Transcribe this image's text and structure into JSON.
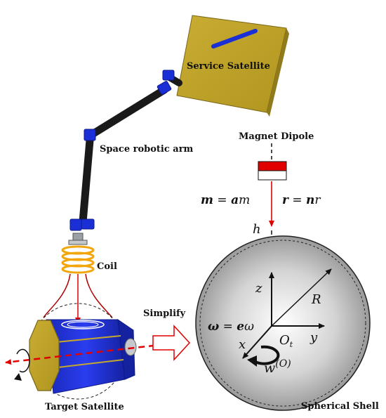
{
  "labels": {
    "service_satellite": "Service Satellite",
    "space_robotic_arm": "Space robotic arm",
    "coil": "Coil",
    "target_satellite": "Target Satellite",
    "simplify": "Simplify",
    "magnet_dipole": "Magnet Dipole",
    "spherical_shell": "Spherical Shell"
  },
  "math": {
    "m_lhs": "m",
    "m_eq": " = ",
    "m_a": "a",
    "m_m": "m",
    "r_lhs": "r",
    "r_eq": " = ",
    "r_n": "n",
    "r_r": "r",
    "h": "h",
    "z": "z",
    "x": "x",
    "y": "y",
    "R": "R",
    "omega_lhs": "ω",
    "omega_eq": " = ",
    "omega_e": "e",
    "omega_w": "ω",
    "origin_O": "O",
    "origin_sub": "t",
    "w_main": "w",
    "w_sup": "(O)"
  },
  "colors": {
    "satellite_panel": "#c3a72f",
    "satellite_panel_dark": "#8f7a1c",
    "arm_black": "#1a1a1a",
    "joint_blue": "#1a2fd6",
    "coil_orange": "#f2a60c",
    "red_accent": "#e00000",
    "target_body_blue": "#1f2fe0",
    "shell_grey": "#9a9a9a"
  }
}
